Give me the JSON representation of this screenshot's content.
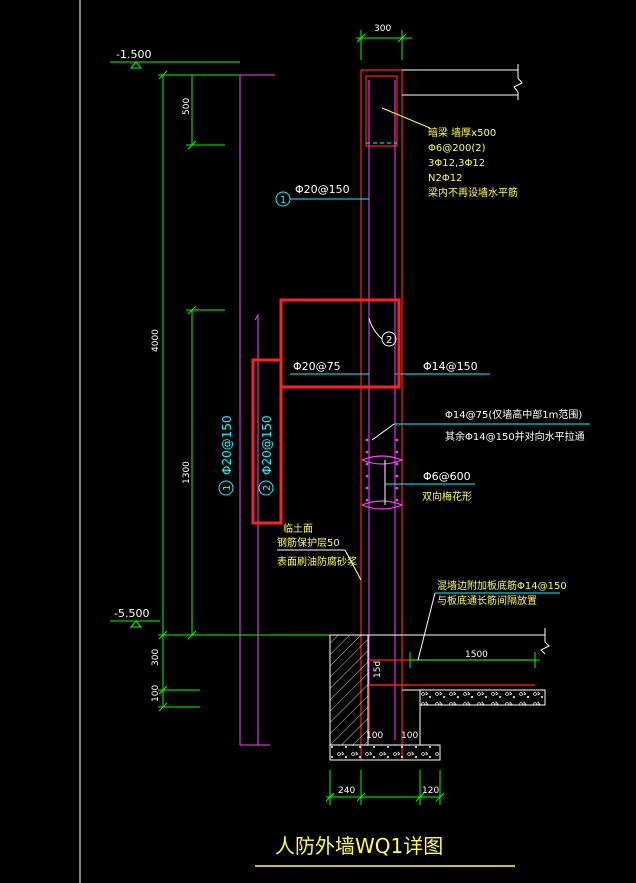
{
  "colors": {
    "background": "#000000",
    "dim_line": "#00ff00",
    "wall_line": "#ff2020",
    "rebar_line": "#ff40ff",
    "leader_line": "#00ffff",
    "text_white": "#ffffff",
    "text_yellow": "#ffff40",
    "label_cyan": "#00ffff",
    "highlight": "#ff2020",
    "hatch": "#ffffff"
  },
  "elevations": {
    "top": "-1.500",
    "bottom": "-5.500"
  },
  "dimensions": {
    "wall_thickness": "300",
    "top_segment": "500",
    "wall_height": "4000",
    "mid_segment": "1300",
    "footing_depth": "300",
    "base_layer": "100",
    "footing_left": "240",
    "footing_right": "120",
    "cover_left": "100",
    "cover_right": "100",
    "slab_extension": "1500",
    "lap_mark": "15d"
  },
  "beam_note": {
    "lines": [
      "暗梁 墙厚x500",
      "Φ6@200(2)",
      "3Φ12,3Φ12",
      "N2Φ12",
      "梁内不再设墙水平筋"
    ]
  },
  "rebar_labels": {
    "r1_top_num": "1",
    "r1_top_text": "Φ20@150",
    "r2_num": "2",
    "r2_text": "Φ20@75",
    "right_vertical": "Φ14@150",
    "horizontal_1": "Φ14@75(仅墙高中部1m范围)",
    "horizontal_2": "其余Φ14@150并对向水平拉通",
    "tie_bar": "Φ6@600",
    "tie_bar_note": "双向梅花形",
    "left_vert_1_num": "1",
    "left_vert_1_text": "Φ20@150",
    "left_vert_2_num": "2",
    "left_vert_2_text": "Φ20@150"
  },
  "notes": {
    "soil_face": [
      "临土面",
      "钢筋保护层50"
    ],
    "outside_coat": "表面刷油防腐砂浆",
    "slab_note_1": "混墙边附加板底筋Φ14@150",
    "slab_note_2": "与板底通长筋间隔放置"
  },
  "title": "人防外墙WQ1详图"
}
